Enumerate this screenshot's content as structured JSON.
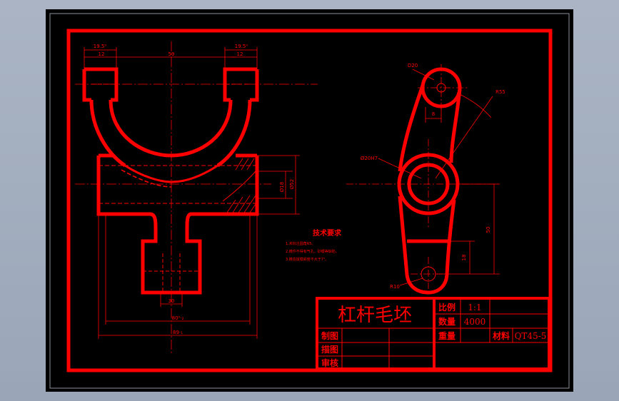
{
  "colors": {
    "background": "#000000",
    "outline": "#ff0000",
    "frame": "#8a8f99"
  },
  "dimensions": {
    "top_left_outer": "19.5⁰",
    "top_left_inner": "12",
    "top_center": "59",
    "top_right_outer": "19.5⁰",
    "top_right_inner": "12",
    "bottom_width": "30",
    "bottom_80": "80⁰·₂",
    "bottom_89": "89·₁",
    "side_18": "Ø18",
    "side_52": "Ø52",
    "right_d20": "D20",
    "right_r55": "R55",
    "right_8": "8",
    "right_hole": "Ø20H7",
    "right_50": "50",
    "right_18": "18",
    "right_r10": "R10"
  },
  "notes": {
    "title": "技术要求",
    "items": [
      "1.未标注圆角R5。",
      "2.铸件不得有气孔、砂眼等缺陷。",
      "3.铸造拔模斜度不大于7°。"
    ]
  },
  "title_block": {
    "part_name": "杠杆毛坯",
    "scale_label": "比例",
    "scale_value": "1:1",
    "qty_label": "数量",
    "qty_value": "4000",
    "weight_label": "重量",
    "material_label": "材料",
    "material_value": "QT45-5",
    "drawn_label": "制图",
    "traced_label": "描图",
    "checked_label": "审核"
  }
}
